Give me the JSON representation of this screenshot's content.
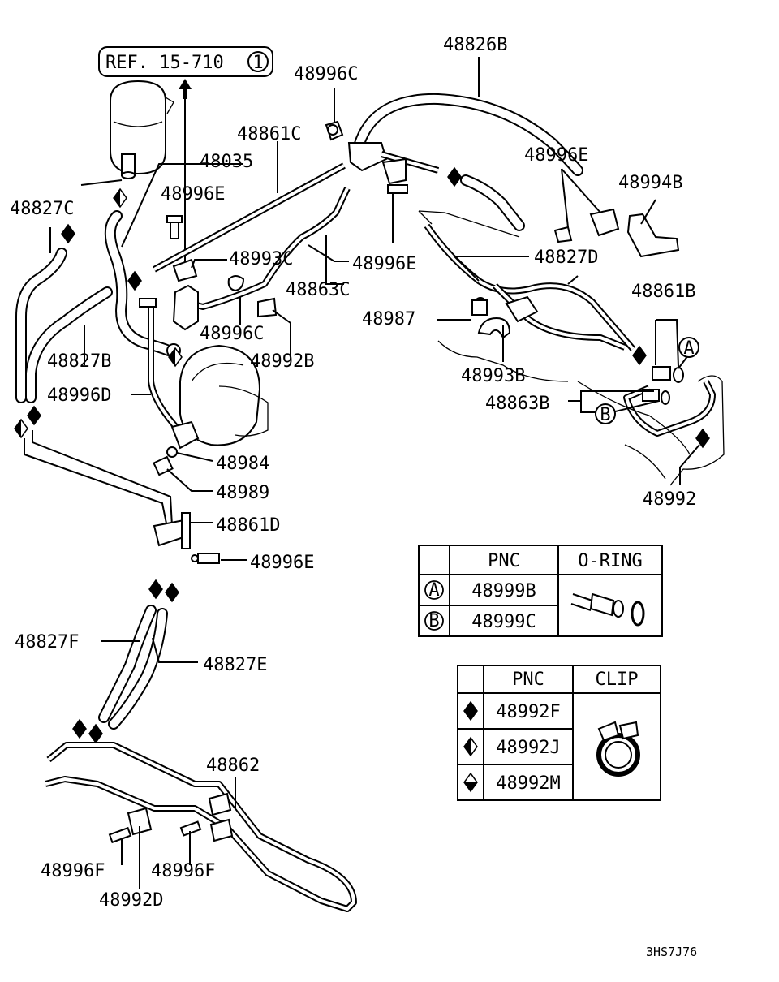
{
  "ref": {
    "text": "REF. 15-710",
    "num": "1"
  },
  "labels": {
    "l48826B": "48826B",
    "l48996C_top": "48996C",
    "l48861C": "48861C",
    "l48035": "48035",
    "l48996E_left": "48996E",
    "l48827C": "48827C",
    "l48993C": "48993C",
    "l48996E_mid": "48996E",
    "l48863C": "48863C",
    "l48996E_right": "48996E",
    "l48994B": "48994B",
    "l48827D": "48827D",
    "l48861B": "48861B",
    "l48996C_mid": "48996C",
    "l48992B": "48992B",
    "l48987": "48987",
    "l48827B": "48827B",
    "l48996D": "48996D",
    "l48993B": "48993B",
    "l48863B": "48863B",
    "l48992": "48992",
    "l48984": "48984",
    "l48989": "48989",
    "l48861D": "48861D",
    "l48996E_low": "48996E",
    "l48827F": "48827F",
    "l48827E": "48827E",
    "l48862": "48862",
    "l48996F_a": "48996F",
    "l48996F_b": "48996F",
    "l48992D": "48992D",
    "circle_A": "A",
    "circle_B": "B"
  },
  "oring_table": {
    "headers": [
      "PNC",
      "O-RING"
    ],
    "rows": [
      {
        "key": "A",
        "pnc": "48999B"
      },
      {
        "key": "B",
        "pnc": "48999C"
      }
    ]
  },
  "clip_table": {
    "headers": [
      "PNC",
      "CLIP"
    ],
    "rows": [
      {
        "symbol": "diamond-full-icon",
        "pnc": "48992F"
      },
      {
        "symbol": "diamond-half-vertical-icon",
        "pnc": "48992J"
      },
      {
        "symbol": "diamond-half-horizontal-icon",
        "pnc": "48992M"
      }
    ]
  },
  "code": "3HS7J76"
}
